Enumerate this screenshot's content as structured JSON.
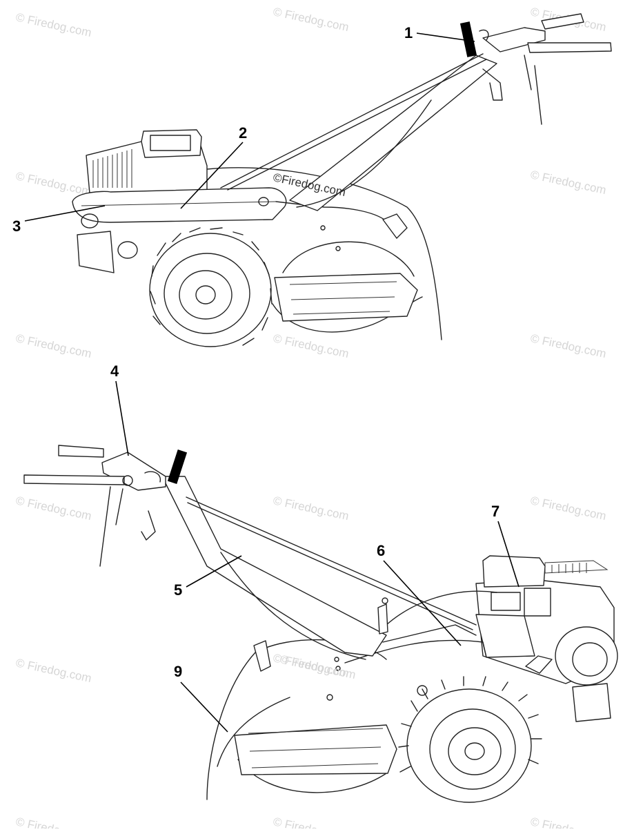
{
  "callouts": {
    "c1": "1",
    "c2": "2",
    "c3": "3",
    "c4": "4",
    "c5": "5",
    "c6": "6",
    "c7": "7",
    "c9": "9"
  },
  "watermark": {
    "text": "© Firedog.com",
    "center_text": "©Firedog.com"
  },
  "colors": {
    "line": "#222222",
    "watermark": "#d6d6d6",
    "grip": "#000000"
  }
}
